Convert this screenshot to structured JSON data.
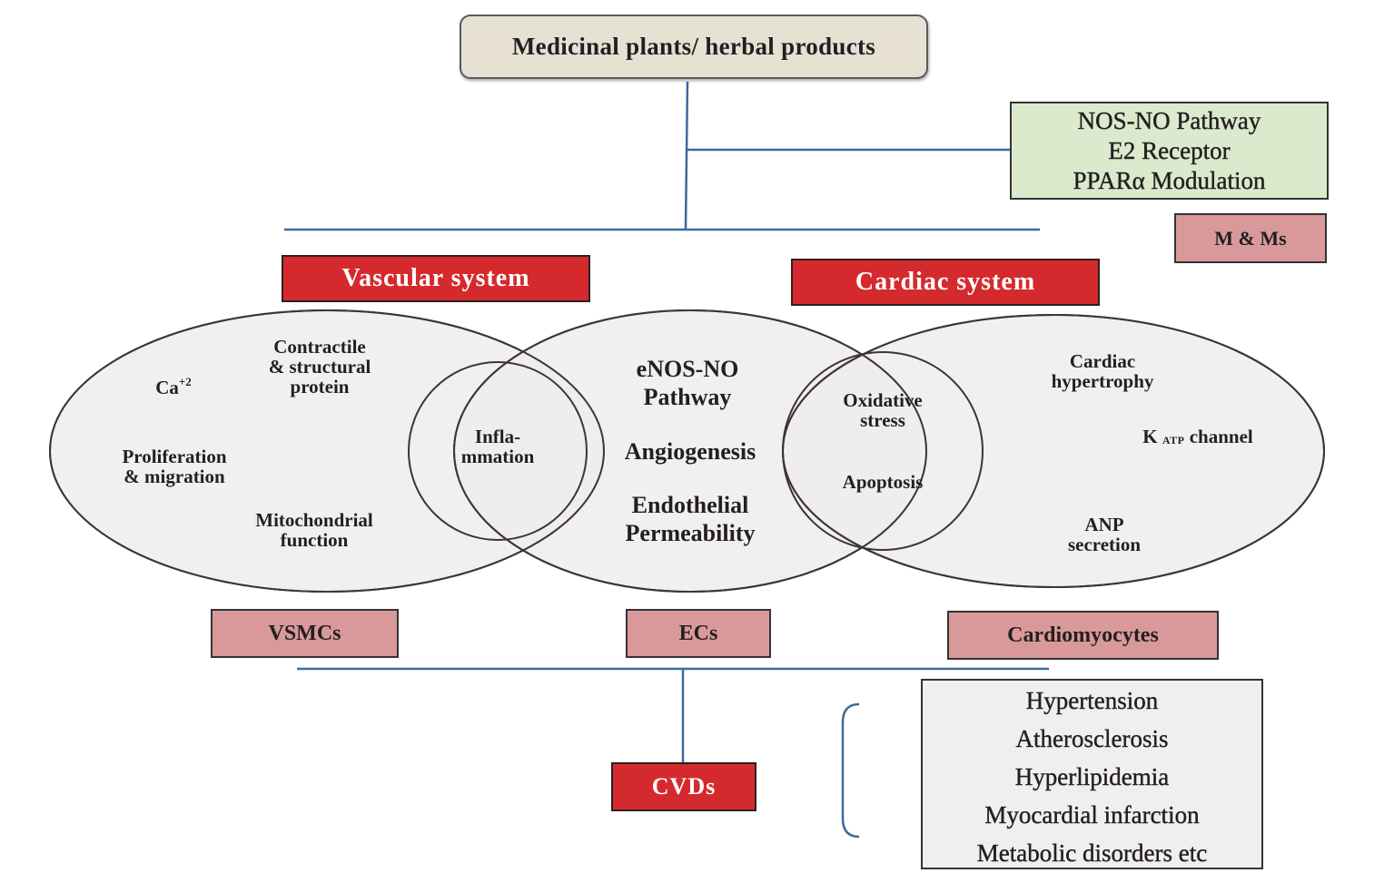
{
  "root": {
    "label": "Medicinal plants/ herbal products"
  },
  "mechanisms": {
    "lines": [
      "NOS-NO Pathway",
      "E2 Receptor",
      "PPARα Modulation"
    ],
    "tag": "M & Ms"
  },
  "systems": {
    "vascular": "Vascular system",
    "cardiac": "Cardiac system"
  },
  "vascular_ellipse": {
    "items": [
      {
        "text": "Ca",
        "sup": "+2"
      },
      {
        "text": "Contractile\n& structural\nprotein"
      },
      {
        "text": "Proliferation\n& migration"
      },
      {
        "text": "Mitochondrial\nfunction"
      }
    ]
  },
  "inflammation_circle": {
    "text": "Infla-\nmmation"
  },
  "endothelial_ellipse": {
    "items": [
      {
        "text": "eNOS-NO\nPathway"
      },
      {
        "text": "Angiogenesis"
      },
      {
        "text": "Endothelial\nPermeability"
      }
    ]
  },
  "oxidative_circle": {
    "items": [
      {
        "text": "Oxidative\nstress"
      },
      {
        "text": "Apoptosis"
      }
    ]
  },
  "cardiac_ellipse": {
    "items": [
      {
        "text": "Cardiac\nhypertrophy"
      },
      {
        "text": "K",
        "sub": "ATP",
        "suffix": " channel"
      },
      {
        "text": "ANP\nsecretion"
      }
    ]
  },
  "cell_types": [
    "VSMCs",
    "ECs",
    "Cardiomyocytes"
  ],
  "outcome": {
    "label": "CVDs"
  },
  "diseases": [
    "Hypertension",
    "Atherosclerosis",
    "Hyperlipidemia",
    "Myocardial infarction",
    "Metabolic disorders etc"
  ],
  "colors": {
    "connector": "#3d6a99",
    "red_label": "#d52a2d",
    "pink_label": "#d9999b",
    "mechanism_fill": "#dbe9cd",
    "root_fill": "#e6e1d3",
    "ellipse_fill": "#efedec"
  }
}
